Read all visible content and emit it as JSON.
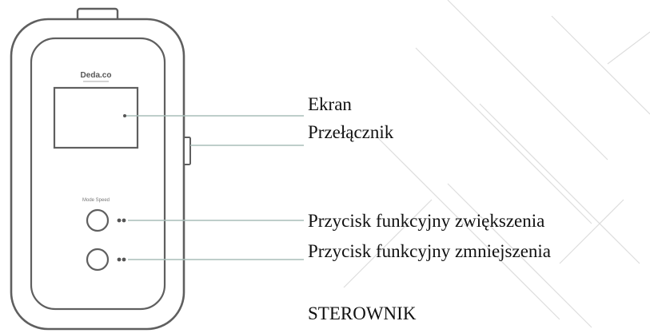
{
  "device": {
    "logo_text": "Deda.co",
    "button_area_text": "Mode Speed"
  },
  "callouts": {
    "screen": "Ekran",
    "switch": "Przełącznik",
    "increase_button": "Przycisk funkcyjny zwiększenia",
    "decrease_button": "Przycisk funkcyjny zmniejszenia"
  },
  "caption": "STEROWNIK",
  "colors": {
    "outline": "#5f5f5f",
    "leader_line": "#a8bdb8",
    "watermark": "#dddddd",
    "text": "#111111"
  }
}
